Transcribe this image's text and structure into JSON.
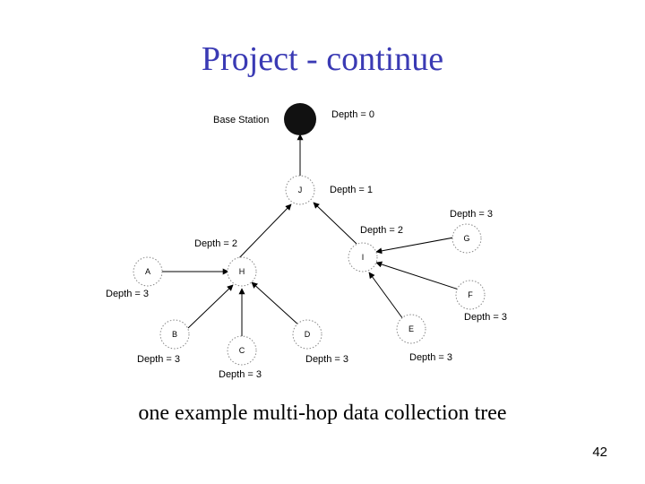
{
  "slide": {
    "title": "Project - continue",
    "caption": "one example multi-hop data collection tree",
    "page_number": "42"
  },
  "diagram": {
    "base_station_label": "Base Station",
    "nodes": [
      {
        "id": "BS",
        "letter": "",
        "depth_label": "Depth = 0"
      },
      {
        "id": "J",
        "letter": "J",
        "depth_label": "Depth = 1"
      },
      {
        "id": "H",
        "letter": "H",
        "depth_label": "Depth = 2"
      },
      {
        "id": "I",
        "letter": "I",
        "depth_label": "Depth = 2"
      },
      {
        "id": "A",
        "letter": "A",
        "depth_label": "Depth = 3"
      },
      {
        "id": "B",
        "letter": "B",
        "depth_label": "Depth = 3"
      },
      {
        "id": "C",
        "letter": "C",
        "depth_label": "Depth = 3"
      },
      {
        "id": "D",
        "letter": "D",
        "depth_label": "Depth = 3"
      },
      {
        "id": "E",
        "letter": "E",
        "depth_label": "Depth = 3"
      },
      {
        "id": "F",
        "letter": "F",
        "depth_label": "Depth = 3"
      },
      {
        "id": "G",
        "letter": "G",
        "depth_label": "Depth = 3"
      }
    ],
    "edges": [
      {
        "from": "J",
        "to": "BS"
      },
      {
        "from": "H",
        "to": "J"
      },
      {
        "from": "I",
        "to": "J"
      },
      {
        "from": "A",
        "to": "H"
      },
      {
        "from": "B",
        "to": "H"
      },
      {
        "from": "C",
        "to": "H"
      },
      {
        "from": "D",
        "to": "H"
      },
      {
        "from": "E",
        "to": "I"
      },
      {
        "from": "F",
        "to": "I"
      },
      {
        "from": "G",
        "to": "I"
      }
    ]
  }
}
